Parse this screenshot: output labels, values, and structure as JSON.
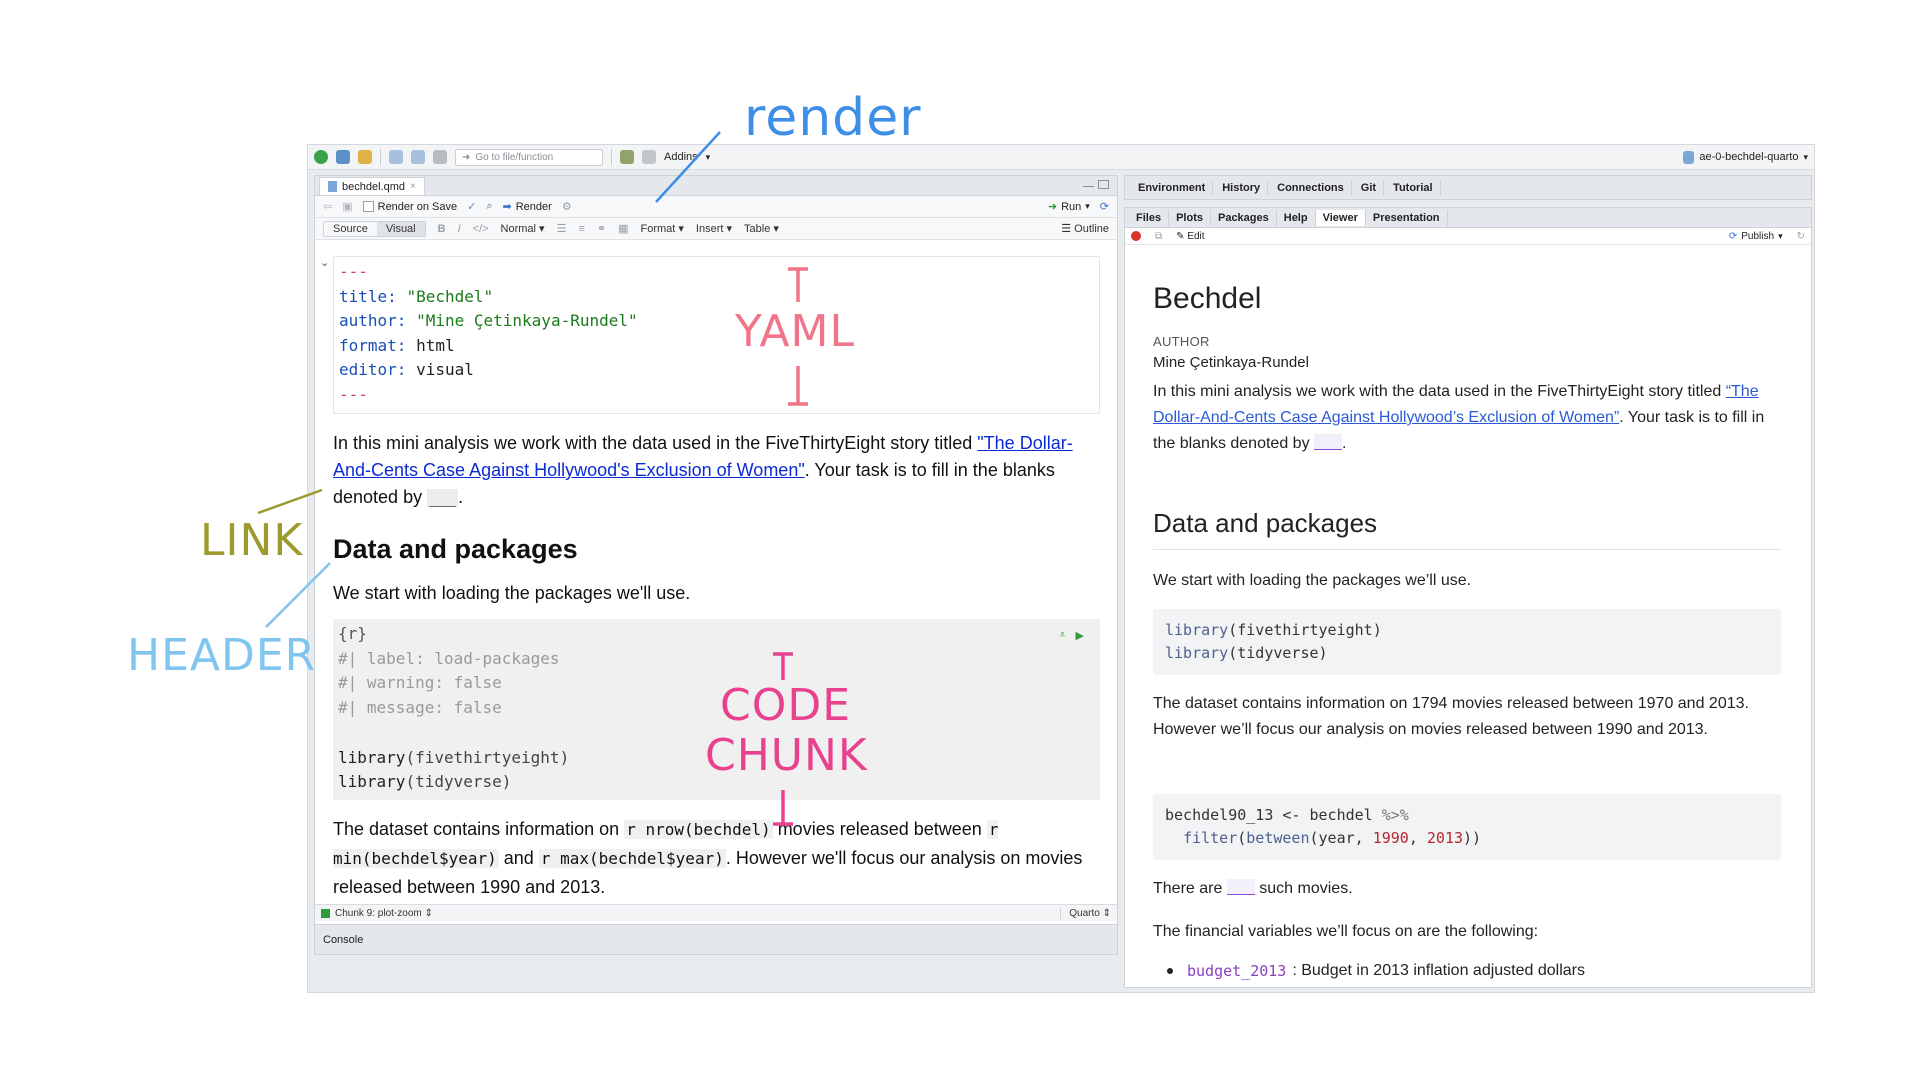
{
  "toolbar": {
    "go_to_file_placeholder": "Go to file/function",
    "addins_label": "Addins",
    "project_name": "ae-0-bechdel-quarto"
  },
  "source": {
    "tab_label": "bechdel.qmd",
    "render_on_save_label": "Render on Save",
    "render_label": "Render",
    "run_label": "Run",
    "mode_source": "Source",
    "mode_visual": "Visual",
    "style_select": "Normal",
    "format_menu": "Format",
    "insert_menu": "Insert",
    "table_menu": "Table",
    "outline_label": "Outline",
    "yaml": {
      "dash": "---",
      "title_key": "title:",
      "title_val": "\"Bechdel\"",
      "author_key": "author:",
      "author_val": "\"Mine Çetinkaya-Rundel\"",
      "format_key": "format:",
      "format_val": "html",
      "editor_key": "editor:",
      "editor_val": "visual"
    },
    "intro_before": "In this mini analysis we work with the data used in the FiveThirtyEight story titled ",
    "intro_link": "\"The Dollar-And-Cents Case Against Hollywood's Exclusion of Women\"",
    "intro_after": ". Your task is to fill in the blanks denoted by ",
    "blank": "___",
    "heading": "Data and packages",
    "packages_text": "We start with loading the packages we'll use.",
    "chunk": {
      "header": "{r}",
      "opt1": "#| label: load-packages",
      "opt2": "#| warning: false",
      "opt3": "#| message: false",
      "lib_fn": "library",
      "lib1_arg": "(fivethirtyeight)",
      "lib2_arg": "(tidyverse)"
    },
    "dataset_p1": "The dataset contains information on ",
    "dataset_code1": "r nrow(bechdel)",
    "dataset_p2": " movies released between ",
    "dataset_code2": "r min(bechdel$year)",
    "dataset_p3": " and ",
    "dataset_code3": "r max(bechdel$year)",
    "dataset_p4": ". However we'll focus our analysis on movies released between 1990 and 2013.",
    "status_chunk": "Chunk 9: plot-zoom",
    "status_lang": "Quarto",
    "console_label": "Console"
  },
  "right_top_tabs": [
    "Environment",
    "History",
    "Connections",
    "Git",
    "Tutorial"
  ],
  "right_bottom_tabs": [
    "Files",
    "Plots",
    "Packages",
    "Help",
    "Viewer",
    "Presentation"
  ],
  "viewer": {
    "edit_label": "Edit",
    "publish_label": "Publish",
    "title": "Bechdel",
    "author_label": "AUTHOR",
    "author": "Mine Çetinkaya-Rundel",
    "intro_before": "In this mini analysis we work with the data used in the FiveThirtyEight story titled ",
    "intro_link": "“The Dollar-And-Cents Case Against Hollywood’s Exclusion of Women”",
    "intro_after": ". Your task is to fill in the blanks denoted by",
    "heading": "Data and packages",
    "packages_text": "We start with loading the packages we’ll use.",
    "code1_fn": "library",
    "code1_arg1": "(fivethirtyeight)",
    "code1_arg2": "(tidyverse)",
    "dataset_text": "The dataset contains information on 1794 movies released between 1970 and 2013. However we’ll focus our analysis on movies released between 1990 and 2013.",
    "code2_line1_a": "bechdel90_13 <- bechdel ",
    "code2_line1_op": "%>%",
    "code2_line2_fn": "filter",
    "code2_line2_a": "(",
    "code2_line2_fn2": "between",
    "code2_line2_b": "(year, ",
    "code2_num1": "1990",
    "code2_comma": ", ",
    "code2_num2": "2013",
    "code2_end": "))",
    "there_are_before": "There are",
    "there_are_after": "such movies.",
    "financial_text": "The financial variables we’ll focus on are the following:",
    "bullet_code": "budget_2013",
    "bullet_text": ": Budget in 2013 inflation adjusted dollars"
  },
  "annotations": {
    "render": "render",
    "yaml": "YAML",
    "code": "CODE",
    "chunk": "CHUNK",
    "link": "LINK",
    "header": "HEADER"
  }
}
